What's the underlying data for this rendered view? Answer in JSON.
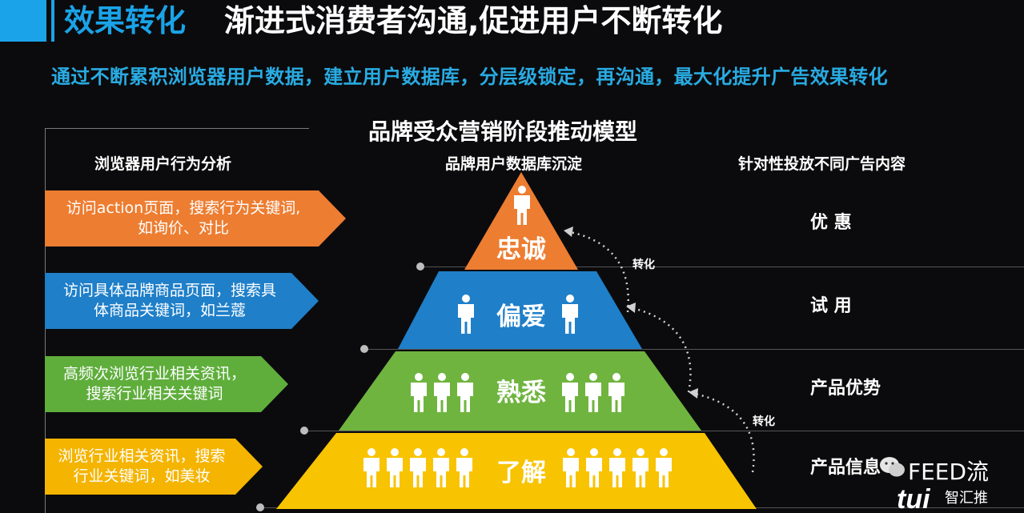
{
  "header": {
    "title_left": "效果转化",
    "title_main": "渐进式消费者沟通,促进用户不断转化",
    "subtitle": "通过不断累积浏览器用户数据，建立用户数据库，分层级锁定，再沟通，最大化提升广告效果转化"
  },
  "model_title": "品牌受众营销阶段推动模型",
  "columns": {
    "left": "浏览器用户行为分析",
    "middle": "品牌用户数据库沉淀",
    "right": "针对性投放不同广告内容"
  },
  "behaviors": [
    {
      "line1": "访问action页面，搜索行为关键词,",
      "line2": "如询价、对比",
      "color": "#ed7d31"
    },
    {
      "line1": "访问具体品牌商品页面，搜索具",
      "line2": "体商品关键词，如兰蔻",
      "color": "#1f7fc9"
    },
    {
      "line1": "高频次浏览行业相关资讯，",
      "line2": "搜索行业相关关键词",
      "color": "#5fae3c"
    },
    {
      "line1": "浏览行业相关资讯，搜索",
      "line2": "行业关键词，如美妆",
      "color": "#f4b400"
    }
  ],
  "tiers": [
    {
      "label": "忠诚",
      "color": "#ed7d31",
      "people": 1
    },
    {
      "label": "偏爱",
      "color": "#1f7fc9",
      "people": 2
    },
    {
      "label": "熟悉",
      "color": "#6fb43f",
      "people": 6
    },
    {
      "label": "了解",
      "color": "#f8c300",
      "people": 10
    }
  ],
  "content_types": [
    "优 惠",
    "试 用",
    "产品优势",
    "产品信息"
  ],
  "convert_label": "转化",
  "watermark": {
    "text": "FEED流",
    "brand": "智汇推"
  }
}
